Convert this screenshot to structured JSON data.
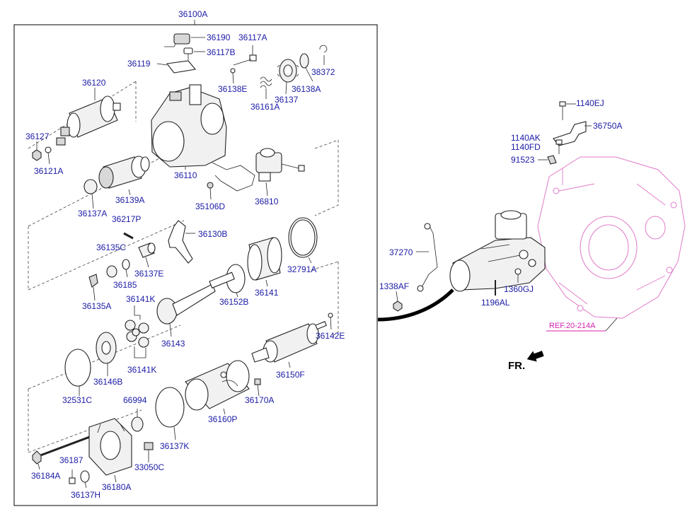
{
  "header_label": "36100A",
  "labels": {
    "l36190": "36190",
    "l36117A": "36117A",
    "l36117B": "36117B",
    "l36119": "36119",
    "l38372": "38372",
    "l36120": "36120",
    "l36138E": "36138E",
    "l36138A": "36138A",
    "l36137": "36137",
    "l36161A": "36161A",
    "l36127": "36127",
    "l36121A": "36121A",
    "l36110": "36110",
    "l36139A": "36139A",
    "l36137A": "36137A",
    "l36217P": "36217P",
    "l35106D": "35106D",
    "l36810": "36810",
    "l36130B": "36130B",
    "l36135C": "36135C",
    "l36137E": "36137E",
    "l36185": "36185",
    "l32791A": "32791A",
    "l36141": "36141",
    "l36135A": "36135A",
    "l36141K_top": "36141K",
    "l36152B": "36152B",
    "l36142E": "36142E",
    "l36143": "36143",
    "l36141K_bottom": "36141K",
    "l36146B": "36146B",
    "l36150F": "36150F",
    "l32531C": "32531C",
    "l66994": "66994",
    "l36170A": "36170A",
    "l36160P": "36160P",
    "l36137K": "36137K",
    "l36187": "36187",
    "l33050C": "33050C",
    "l36184A": "36184A",
    "l36180A": "36180A",
    "l36137H": "36137H",
    "l1140EJ": "1140EJ",
    "l36750A": "36750A",
    "l1140AK": "1140AK",
    "l1140FD": "1140FD",
    "l91523": "91523",
    "l37270": "37270",
    "l1338AF": "1338AF",
    "l1360GJ": "1360GJ",
    "l1196AL": "1196AL"
  },
  "ref_label": "REF.20-214A",
  "fr_label": "FR.",
  "colors": {
    "label_blue": "#1a1aa6",
    "ref_magenta": "#d41fb0",
    "ghost_pink": "#e07ac8",
    "frame": "#000000"
  }
}
